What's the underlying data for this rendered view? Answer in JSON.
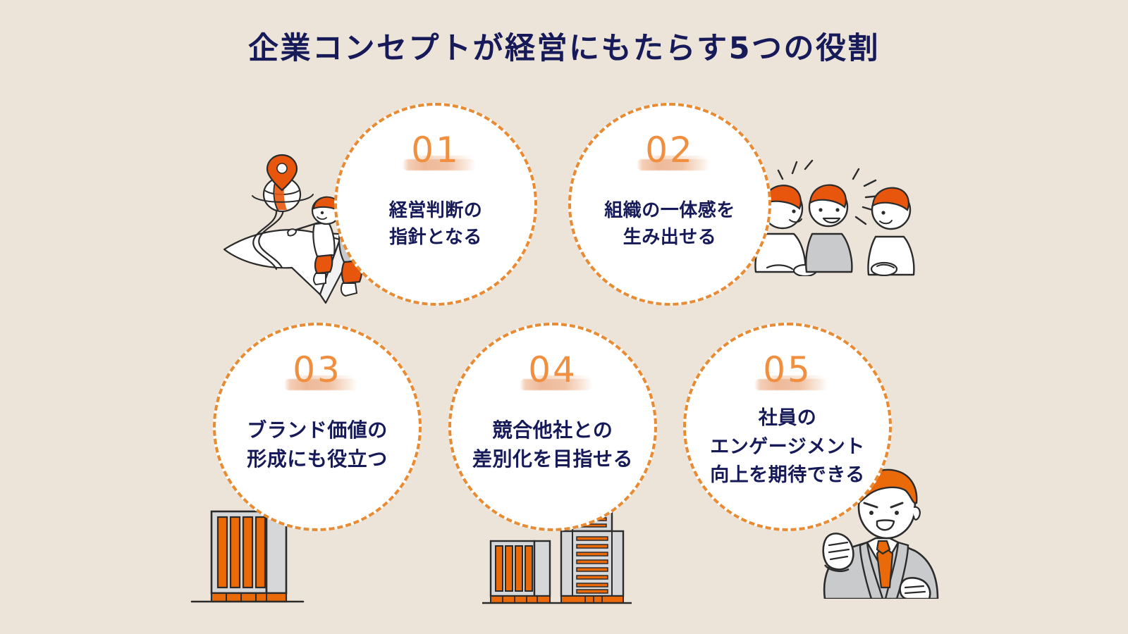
{
  "title": "企業コンセプトが経営にもたらす5つの役割",
  "colors": {
    "background": "#ece4d9",
    "circle_fill": "#ffffff",
    "circle_border": "#e88b33",
    "number": "#ef8f3f",
    "text_navy": "#161a58",
    "accent_orange": "#e8560d",
    "illustration_grey": "#c9cacb",
    "outline": "#2b2b2b",
    "brush_underline": "#eeb896"
  },
  "items": [
    {
      "number": "01",
      "lines": [
        "経営判断の",
        "指針となる"
      ],
      "illustration": "journey-arrow-with-team"
    },
    {
      "number": "02",
      "lines": [
        "組織の一体感を",
        "生み出せる"
      ],
      "illustration": "team-talking"
    },
    {
      "number": "03",
      "lines": [
        "ブランド価値の",
        "形成にも役立つ"
      ],
      "illustration": "office-building"
    },
    {
      "number": "04",
      "lines": [
        "競合他社との",
        "差別化を目指せる"
      ],
      "illustration": "two-office-buildings"
    },
    {
      "number": "05",
      "lines": [
        "社員の",
        "エンゲージメント",
        "向上を期待できる"
      ],
      "illustration": "businessman-fist-pump"
    }
  ],
  "illustrations": {
    "journey": "map-pin-globe-arrow-icon",
    "team": "three-people-talking-icon",
    "building1": "office-building-icon",
    "buildings2": "office-buildings-icon",
    "businessman": "businessman-icon"
  }
}
